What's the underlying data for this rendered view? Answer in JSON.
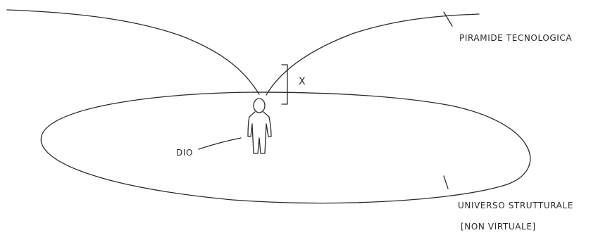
{
  "diagram": {
    "labels": {
      "pyramid": "PIRAMIDE TECNOLOGICA",
      "x_marker": "X",
      "god": "DIO",
      "universe_line1": "UNIVERSO STRUTTURALE",
      "universe_line2": "[NON VIRTUALE]"
    },
    "ink_color": "#2a2a2a",
    "background_color": "#ffffff"
  }
}
